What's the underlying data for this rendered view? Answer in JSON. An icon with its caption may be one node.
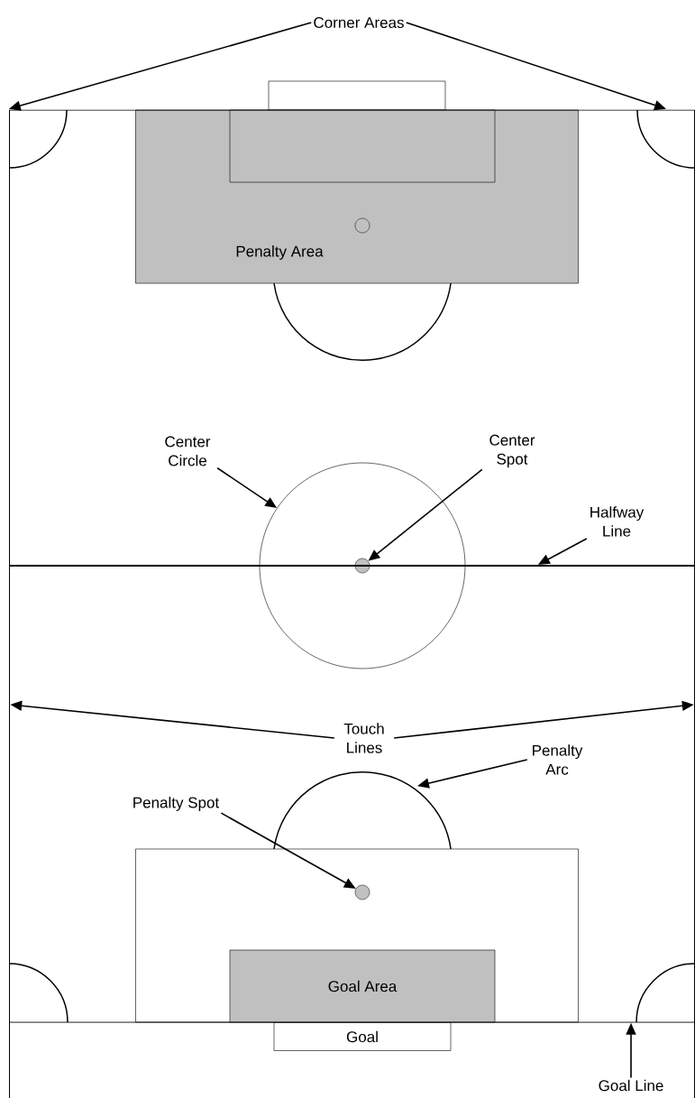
{
  "diagram": {
    "nodes": [
      {
        "text": [
          "Corner Areas"
        ]
      },
      {
        "text": [],
        "shape": "arc"
      },
      {
        "text": [],
        "shape": "arc"
      },
      {
        "text": [],
        "shape": "box"
      },
      {
        "text": [
          "Penalty Area"
        ]
      },
      {
        "text": [],
        "shape": "box",
        "in": 4
      },
      {
        "text": [],
        "shape": "circle",
        "in": 4
      },
      {
        "text": [],
        "shape": "arc"
      },
      {
        "text": [
          "Center Circle"
        ]
      },
      {
        "text": [],
        "shape": "circle"
      },
      {
        "text": [
          "Center Spot"
        ]
      },
      {
        "text": [],
        "shape": "circle",
        "in": 9
      },
      {
        "text": [
          "Halfway Line"
        ]
      },
      {
        "text": [],
        "shape": "line"
      },
      {
        "text": [
          "Touch Lines"
        ]
      },
      {
        "text": [],
        "shape": "line"
      },
      {
        "text": [],
        "shape": "line"
      },
      {
        "text": [
          "Penalty Arc"
        ]
      },
      {
        "text": [],
        "shape": "arc"
      },
      {
        "text": [
          "Penalty Spot"
        ]
      },
      {
        "text": [],
        "shape": "box"
      },
      {
        "text": [],
        "shape": "circle",
        "in": 20
      },
      {
        "text": [
          "Goal Area"
        ],
        "in": 20
      },
      {
        "text": [
          "Goal"
        ]
      },
      {
        "text": [
          "Goal Line"
        ]
      },
      {
        "text": [],
        "shape": "line"
      },
      {
        "text": [],
        "shape": "line"
      },
      {
        "text": [],
        "shape": "arc"
      },
      {
        "text": [],
        "shape": "arc"
      }
    ],
    "edges": [
      {
        "from": 0,
        "to": 1,
        "arrow": "to"
      },
      {
        "from": 0,
        "to": 2,
        "arrow": "to"
      },
      {
        "from": 8,
        "to": 9,
        "arrow": "to"
      },
      {
        "from": 10,
        "to": 11,
        "arrow": "to"
      },
      {
        "from": 12,
        "to": 13,
        "arrow": "to"
      },
      {
        "from": 14,
        "to": 15,
        "arrow": "to"
      },
      {
        "from": 14,
        "to": 16,
        "arrow": "to"
      },
      {
        "from": 17,
        "to": 18,
        "arrow": "to"
      },
      {
        "from": 19,
        "to": 21,
        "arrow": "to"
      },
      {
        "from": 24,
        "to": 25,
        "arrow": "to"
      }
    ]
  }
}
